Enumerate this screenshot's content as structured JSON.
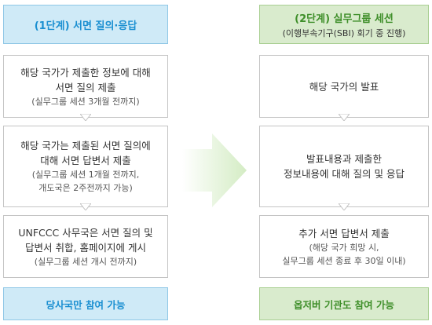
{
  "left": {
    "header": "(1단계) 서면 질의·응답",
    "steps": [
      {
        "main": [
          "해당 국가가 제출한 정보에 대해",
          "서면 질의 제출"
        ],
        "note": [
          "(실무그룹 세션 3개월 전까지)"
        ]
      },
      {
        "main": [
          "해당 국가는 제출된 서면 질의에",
          "대해 서면 답변서 제출"
        ],
        "note": [
          "(실무그룹 세션 1개월 전까지,",
          "개도국은 2주전까지 가능)"
        ]
      },
      {
        "main": [
          "UNFCCC 사무국은 서면 질의 및",
          "답변서 취합, 홈페이지에 게시"
        ],
        "note": [
          "(실무그룹 세션 개시 전까지)"
        ]
      }
    ],
    "footer": "당사국만 참여 가능"
  },
  "right": {
    "header": "(2단계) 실무그룹 세션",
    "subheader": "(이행부속기구(SBI) 회기 중 진행)",
    "steps": [
      {
        "main": [
          "해당 국가의 발표"
        ],
        "note": []
      },
      {
        "main": [
          "발표내용과 제출한",
          "정보내용에 대해 질의 및 응답"
        ],
        "note": []
      },
      {
        "main": [
          "추가 서면 답변서 제출"
        ],
        "note": [
          "(해당 국가 희망 시,",
          "실무그룹 세션 종료 후 30일 이내)"
        ]
      }
    ],
    "footer": "옵저버 기관도 참여 가능"
  },
  "colors": {
    "left_accent": "#1a8fd1",
    "right_accent": "#3f8f2a",
    "left_fill": "#cfeaf7",
    "right_fill": "#d9ebcd",
    "arrow": "#d4ecc4"
  }
}
